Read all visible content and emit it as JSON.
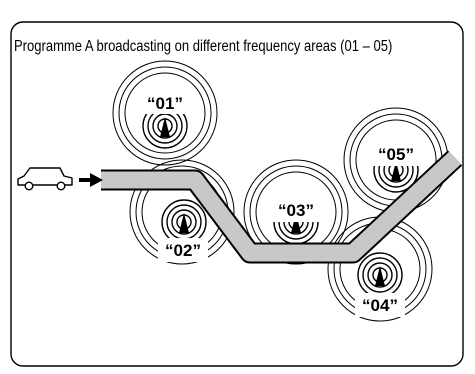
{
  "title": "Programme A broadcasting on different frequency areas (01 – 05)",
  "areas": [
    {
      "id": "01",
      "label": "“01”"
    },
    {
      "id": "02",
      "label": "“02”"
    },
    {
      "id": "03",
      "label": "“03”"
    },
    {
      "id": "04",
      "label": "“04”"
    },
    {
      "id": "05",
      "label": "“05”"
    }
  ],
  "icons": {
    "vehicle": "car-icon",
    "direction": "arrow-right-icon",
    "transmitter": "radio-tower-icon"
  },
  "colors": {
    "road_fill": "#c8c8c8",
    "road_edge": "#000000",
    "rings": "#000000",
    "background": "#ffffff"
  }
}
